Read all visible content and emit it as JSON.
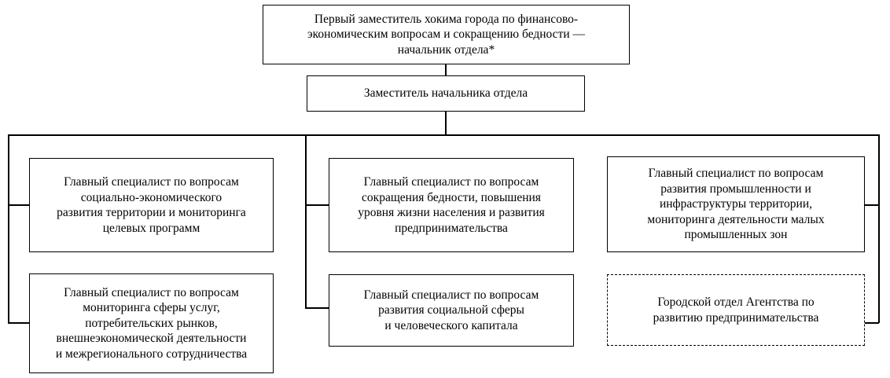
{
  "boxes": {
    "first_deputy": "Первый заместитель хокима города по финансово-\nэкономическим вопросам и сокращению бедности —\nначальник отдела*",
    "deputy_head": "Заместитель начальника отдела",
    "spec_socio_econ": "Главный специалист по вопросам\nсоциально-экономического\nразвития территории и мониторинга\nцелевых программ",
    "spec_services": "Главный специалист по вопросам\nмониторинга сферы услуг,\nпотребительских рынков,\nвнешнеэкономической деятельности\nи межрегионального сотрудничества",
    "spec_poverty": "Главный специалист по вопросам\nсокращения бедности, повышения\nуровня жизни населения и развития\nпредпринимательства",
    "spec_social": "Главный специалист по вопросам\nразвития социальной сферы\nи человеческого капитала",
    "spec_industry": "Главный специалист по вопросам\nразвития промышленности и\nинфраструктуры территории,\nмониторинга деятельности малых\nпромышленных зон",
    "agency_dept": "Городской отдел Агентства по\nразвитию предпринимательства"
  }
}
